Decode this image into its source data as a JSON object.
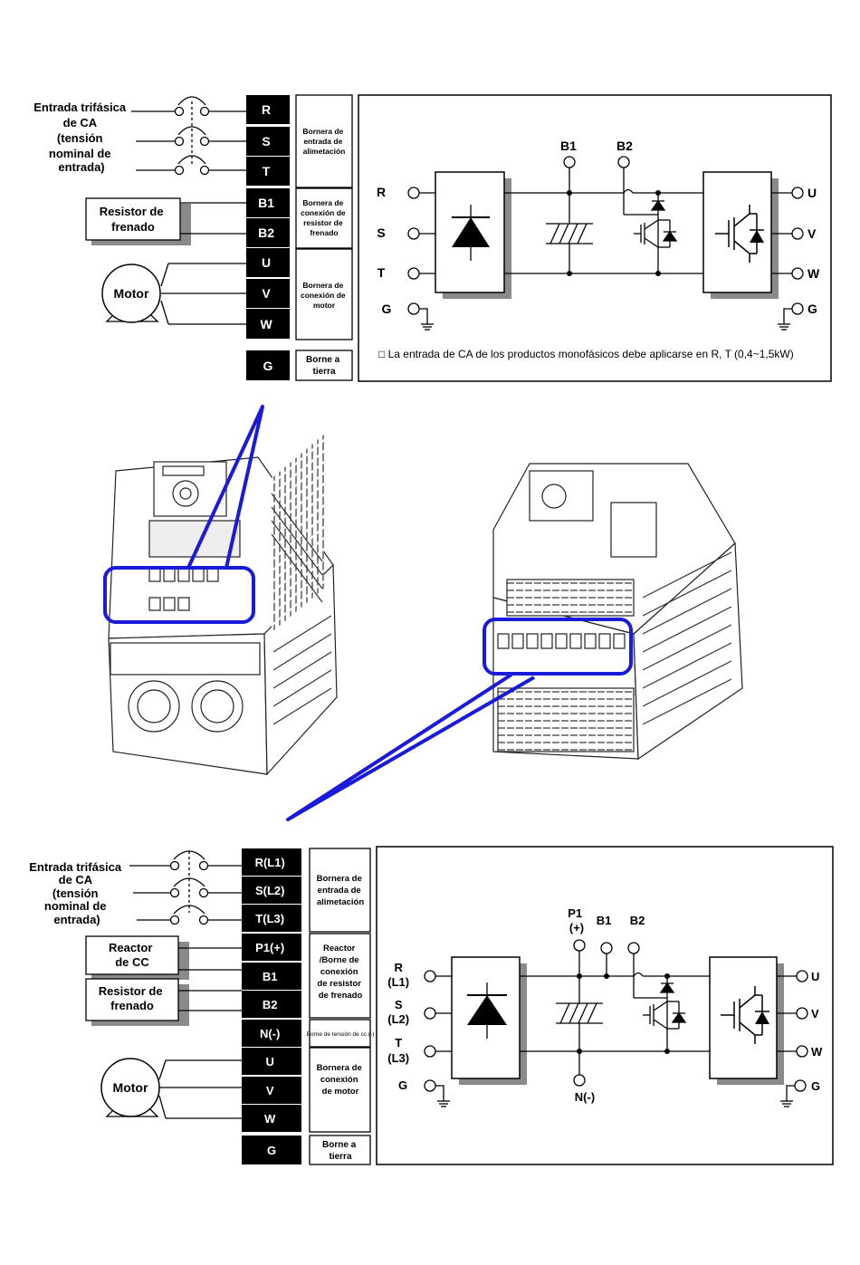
{
  "top": {
    "ac_input_label": [
      "Entrada trifásica",
      "de CA",
      "(tensión",
      "nominal de",
      "entrada)"
    ],
    "brake_resistor_label": [
      "Resistor de",
      "frenado"
    ],
    "motor_label": "Motor",
    "terminals": [
      "R",
      "S",
      "T",
      "B1",
      "B2",
      "U",
      "V",
      "W",
      "G"
    ],
    "group_labels": {
      "input": [
        "Bornera de",
        "entrada de",
        "alimetación"
      ],
      "brake": [
        "Bornera de",
        "conexión de",
        "resistor de",
        "frenado"
      ],
      "motor": [
        "Bornera de",
        "conexión de",
        "motor"
      ],
      "ground": [
        "Borne a",
        "tierra"
      ]
    },
    "schematic": {
      "inputs": [
        "R",
        "S",
        "T",
        "G"
      ],
      "outputs": [
        "U",
        "V",
        "W",
        "G"
      ],
      "b1": "B1",
      "b2": "B2",
      "note": "□ La entrada de CA de los productos monofásicos debe aplicarse en R, T (0,4~1,5kW)"
    }
  },
  "bottom": {
    "ac_input_label": [
      "Entrada trifásica",
      "de CA",
      "(tensión",
      "nominal de",
      "entrada)"
    ],
    "dc_reactor_label": [
      "Reactor",
      "de CC"
    ],
    "brake_resistor_label": [
      "Resistor de",
      "frenado"
    ],
    "motor_label": "Motor",
    "terminals": [
      "R(L1)",
      "S(L2)",
      "T(L3)",
      "P1(+)",
      "B1",
      "B2",
      "N(-)",
      "U",
      "V",
      "W",
      "G"
    ],
    "group_labels": {
      "input": [
        "Bornera de",
        "entrada de",
        "alimetación"
      ],
      "reactor": [
        "Reactor",
        "/Borne de",
        "conexión",
        "de resistor",
        "de frenado"
      ],
      "dc": "Borne de tensión de cc (-)",
      "motor": [
        "Bornera de",
        "conexión",
        "de motor"
      ],
      "ground": [
        "Borne a",
        "tierra"
      ]
    },
    "schematic": {
      "inputs": [
        [
          "R",
          "(L1)"
        ],
        [
          "S",
          "(L2)"
        ],
        [
          "T",
          "(L3)"
        ],
        [
          "G",
          ""
        ]
      ],
      "outputs": [
        "U",
        "V",
        "W",
        "G"
      ],
      "p1": [
        "P1",
        "(+)"
      ],
      "b1": "B1",
      "b2": "B2",
      "n": "N(-)"
    }
  },
  "colors": {
    "highlight": "#1a1adc",
    "terminal_fill": "#000000",
    "shadow": "#8a8a8a"
  }
}
